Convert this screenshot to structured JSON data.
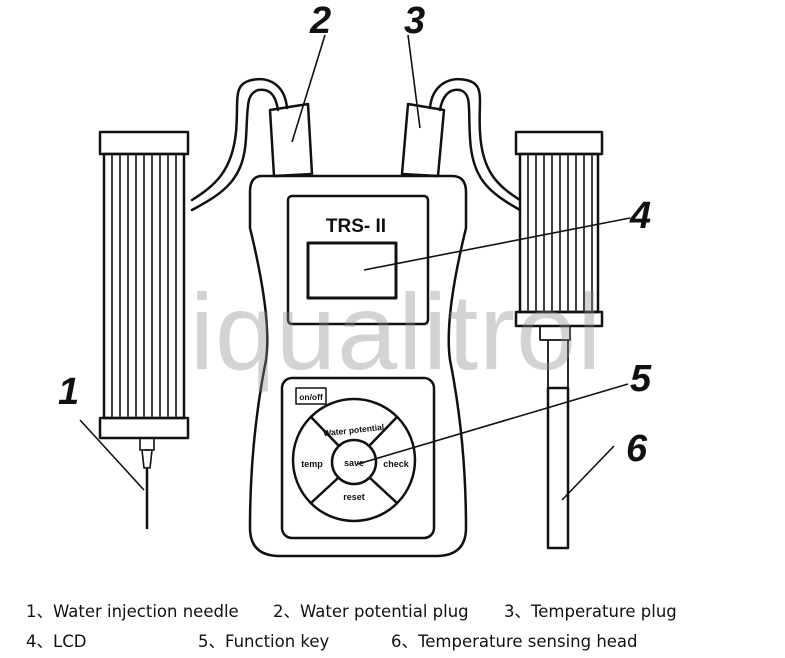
{
  "device": {
    "model_label": "TRS- II",
    "keys": {
      "on_off": "on/off",
      "up": "Water potential",
      "left": "temp",
      "center": "save",
      "right": "check",
      "down": "reset"
    }
  },
  "callouts": [
    "1",
    "2",
    "3",
    "4",
    "5",
    "6"
  ],
  "watermark": "iqualitrol",
  "legend": [
    [
      "1、Water injection needle",
      "2、Water potential plug",
      "3、Temperature plug"
    ],
    [
      "4、LCD",
      "5、Function key",
      "6、Temperature sensing head"
    ]
  ]
}
